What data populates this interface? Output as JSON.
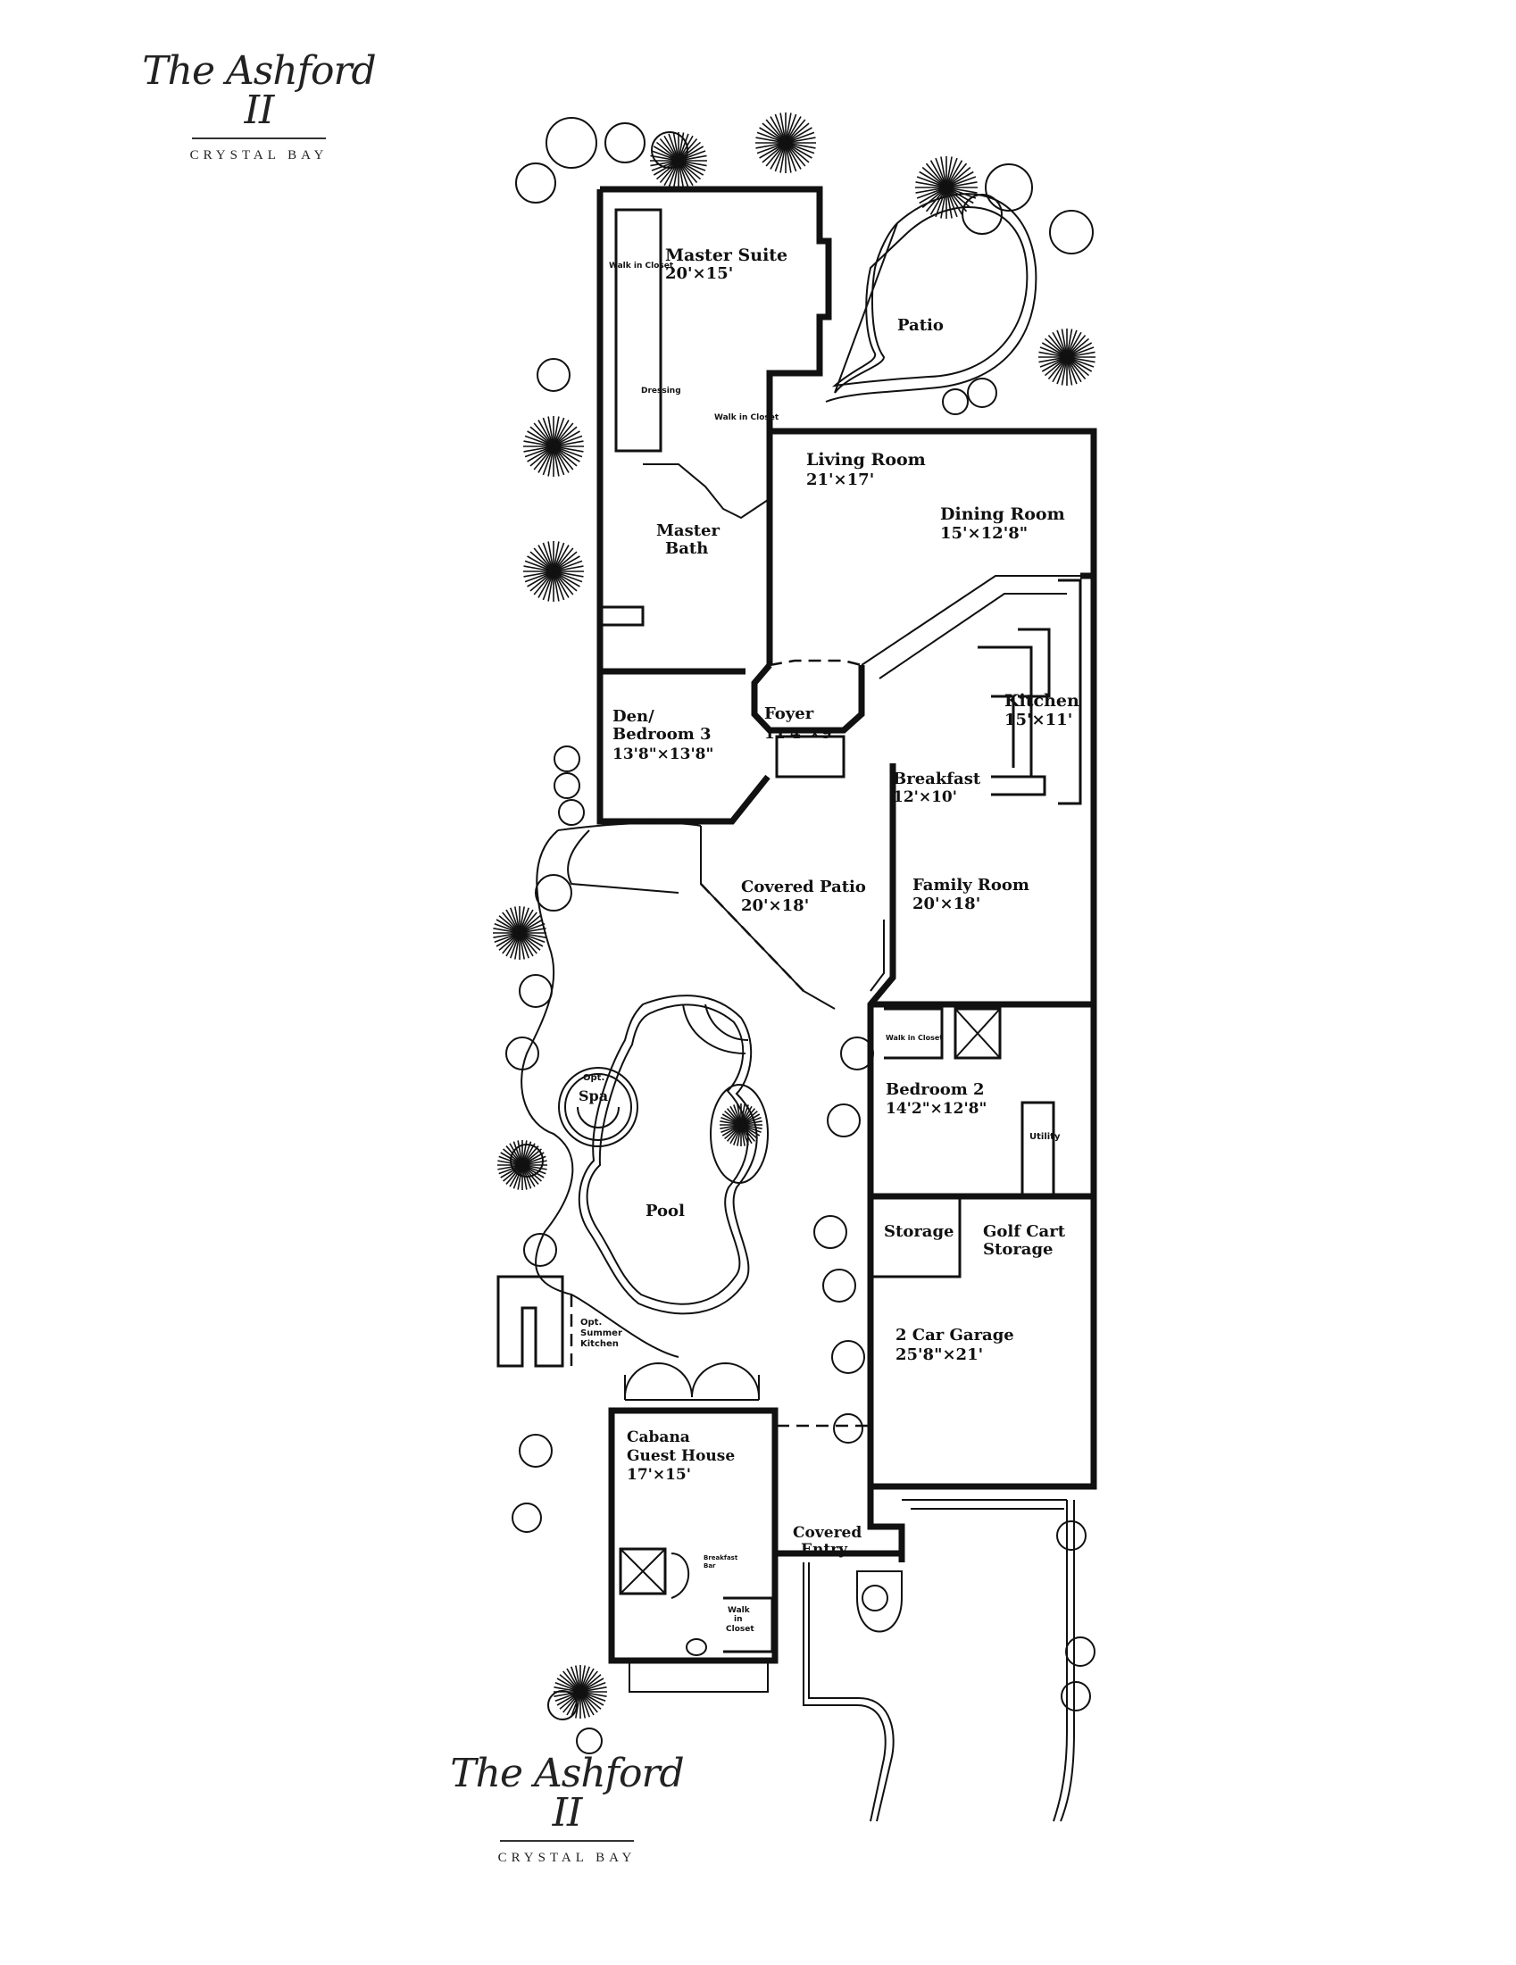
{
  "header": {
    "title": "The Ashford II",
    "subtitle": "CRYSTAL BAY"
  },
  "footer": {
    "title": "The Ashford II",
    "subtitle": "CRYSTAL BAY"
  },
  "rooms": {
    "master_suite": {
      "name": "Master Suite",
      "size": "20'×15'"
    },
    "walk_in_closet_master": {
      "name": "Walk in Closet"
    },
    "dressing": {
      "name": "Dressing"
    },
    "walk_in_closet_2": {
      "name": "Walk in Closet"
    },
    "patio": {
      "name": "Patio"
    },
    "living_room": {
      "name": "Living Room",
      "size": "21'×17'"
    },
    "dining_room": {
      "name": "Dining Room",
      "size": "15'×12'8\""
    },
    "master_bath": {
      "name": "Master Bath"
    },
    "kitchen": {
      "name": "Kitchen",
      "size": "15'×11'"
    },
    "den": {
      "name1": "Den/",
      "name2": "Bedroom 3",
      "size": "13'8\"×13'8\""
    },
    "foyer": {
      "name": "Foyer",
      "size": "11'4\"×9'"
    },
    "breakfast": {
      "name": "Breakfast",
      "size": "12'×10'"
    },
    "covered_patio": {
      "name": "Covered Patio",
      "size": "20'×18'"
    },
    "family_room": {
      "name": "Family Room",
      "size": "20'×18'"
    },
    "bedroom_2": {
      "name": "Bedroom 2",
      "size": "14'2\"×12'8\""
    },
    "walk_in_closet_bed2": {
      "name": "Walk in Closet"
    },
    "utility": {
      "name": "Utility"
    },
    "spa": {
      "name1": "Opt.",
      "name2": "Spa"
    },
    "pool": {
      "name": "Pool"
    },
    "storage": {
      "name": "Storage"
    },
    "golf_cart": {
      "name1": "Golf Cart",
      "name2": "Storage"
    },
    "garage": {
      "name": "2 Car Garage",
      "size": "25'8\"×21'"
    },
    "summer_kitchen": {
      "name1": "Opt.",
      "name2": "Summer",
      "name3": "Kitchen"
    },
    "cabana": {
      "name1": "Cabana",
      "name2": "Guest House",
      "size": "17'×15'"
    },
    "breakfast_bar": {
      "name1": "Breakfast",
      "name2": "Bar"
    },
    "walk_in_closet_cabana": {
      "name1": "Walk",
      "name2": "in",
      "name3": "Closet"
    },
    "covered_entry": {
      "name1": "Covered",
      "name2": "Entry"
    }
  },
  "colors": {
    "ink": "#111111",
    "paper": "#ffffff"
  }
}
